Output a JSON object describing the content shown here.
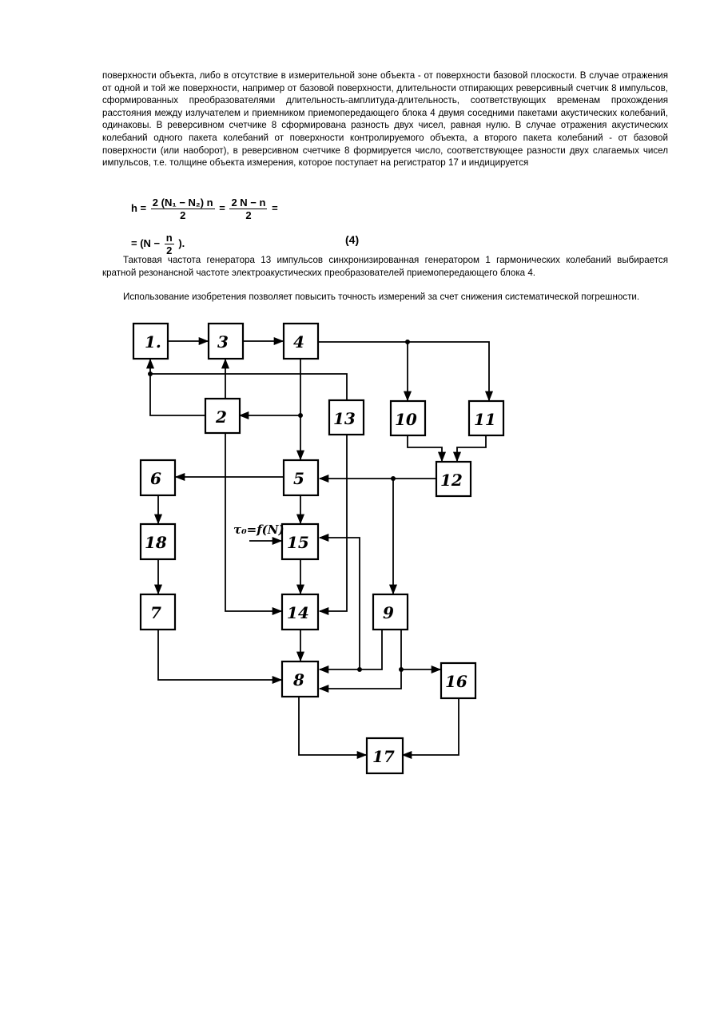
{
  "paragraphs": {
    "p1": "поверхности объекта, либо в отсутствие в измерительной зоне объекта - от поверхности базовой плоскости. В случае отражения от одной и той же поверхности, например от базовой поверхности, длительности отпирающих реверсивный счетчик 8 импульсов, сформированных преобразователями длительность-амплитуда-длительность, соответствующих временам прохождения расстояния между излучателем и приемником приемопередающего блока 4 двумя соседними пакетами акустических колебаний, одинаковы. В реверсивном счетчике 8 сформирована разность двух чисел, равная нулю. В случае отражения акустических колебаний одного пакета колебаний от поверхности контролируемого объекта, а второго пакета колебаний - от базовой поверхности (или наоборот), в реверсивном счетчике 8 формируется число, соответствующее разности двух слагаемых чисел импульсов, т.е. толщине объекта измерения, которое поступает на регистратор 17 и индицируется",
    "p2": "Тактовая частота генератора 13 импульсов синхронизированная генератором 1 гармонических колебаний выбирается кратной резонансной частоте электроакустических преобразователей приемопередающего блока 4.",
    "p3": "Использование изобретения позволяет повысить точность измерений за счет снижения систематической погрешности."
  },
  "formula": {
    "lhs": "h =",
    "frac1_num": "2 (N₁ − N₂) n",
    "frac1_den": "2",
    "eq": "=",
    "frac2_num": "2 N − n",
    "frac2_den": "2",
    "tail": "=",
    "line2_start": "= (N −",
    "frac3_num": "n",
    "frac3_den": "2",
    "line2_end": ").",
    "number": "(4)"
  },
  "diagram": {
    "blocks": {
      "b1": "1.",
      "b2": "2",
      "b3": "3",
      "b4": "4",
      "b5": "5",
      "b6": "6",
      "b7": "7",
      "b8": "8",
      "b9": "9",
      "b10": "10",
      "b11": "11",
      "b12": "12",
      "b13": "13",
      "b14": "14",
      "b15": "15",
      "b16": "16",
      "b17": "17",
      "b18": "18"
    },
    "input_label": "τ₀=f(N)"
  }
}
